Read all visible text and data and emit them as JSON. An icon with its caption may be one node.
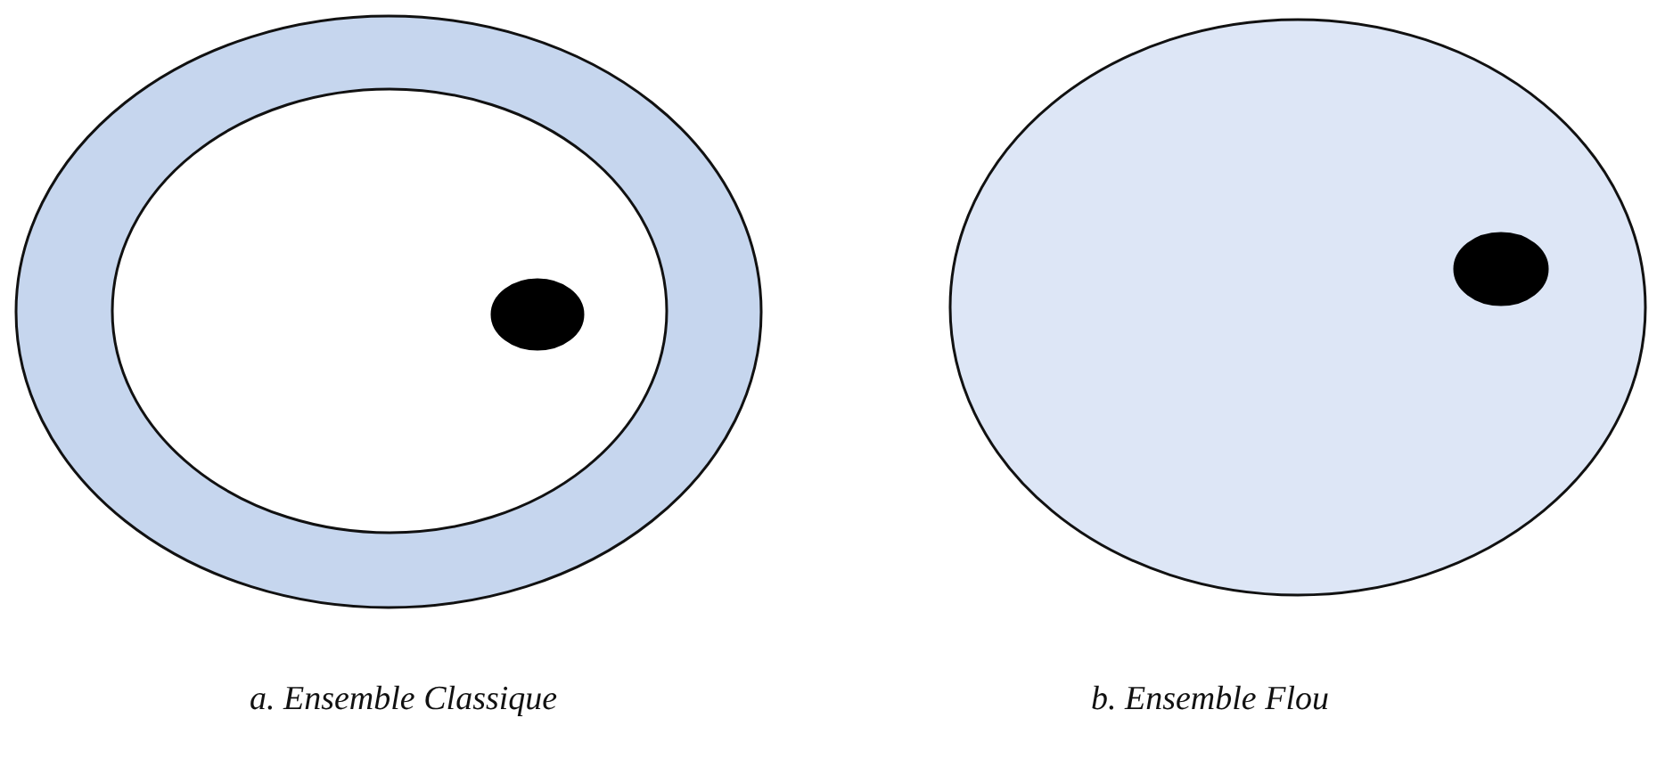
{
  "diagram": {
    "nodes": [
      {
        "text": [],
        "shape": "ellipse",
        "beside": [
          "a. Ensemble Classique"
        ]
      },
      {
        "text": [],
        "shape": "ellipse",
        "in": 0
      },
      {
        "text": [],
        "shape": "circle",
        "in": 1
      },
      {
        "text": [],
        "shape": "ellipse",
        "beside": [
          "b. Ensemble Flou"
        ]
      },
      {
        "text": [],
        "shape": "circle",
        "in": 3
      }
    ],
    "edges": []
  }
}
